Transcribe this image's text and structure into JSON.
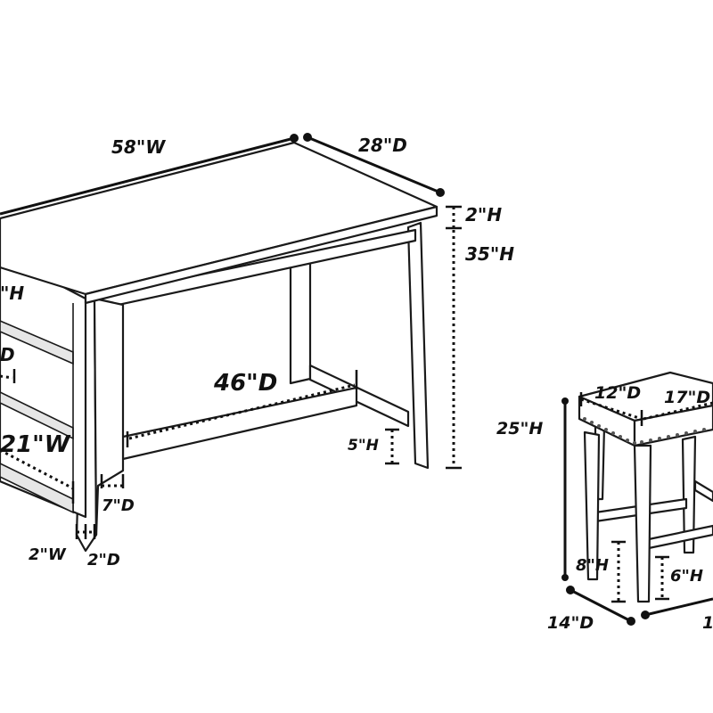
{
  "table": {
    "width": "58\"W",
    "depth": "28\"D",
    "top_thickness": "2\"H",
    "height": "35\"H",
    "shelf_height": "\"H",
    "shelf_depth": "D",
    "shelf_width": "21\"W",
    "stretcher_depth": "46\"D",
    "foot_height": "5\"H",
    "apron_depth": "7\"D",
    "leg_width": "2\"W",
    "leg_depth": "2\"D"
  },
  "stool": {
    "seat_depth": "12\"D",
    "seat_width": "17\"D",
    "height": "25\"H",
    "rail_height_front": "8\"H",
    "rail_height_back": "6\"H",
    "base_depth": "14\"D",
    "base_width": "1"
  },
  "colors": {
    "line": "#1a1a1a",
    "shelf_shade": "#e6e6e6",
    "background": "#ffffff"
  }
}
